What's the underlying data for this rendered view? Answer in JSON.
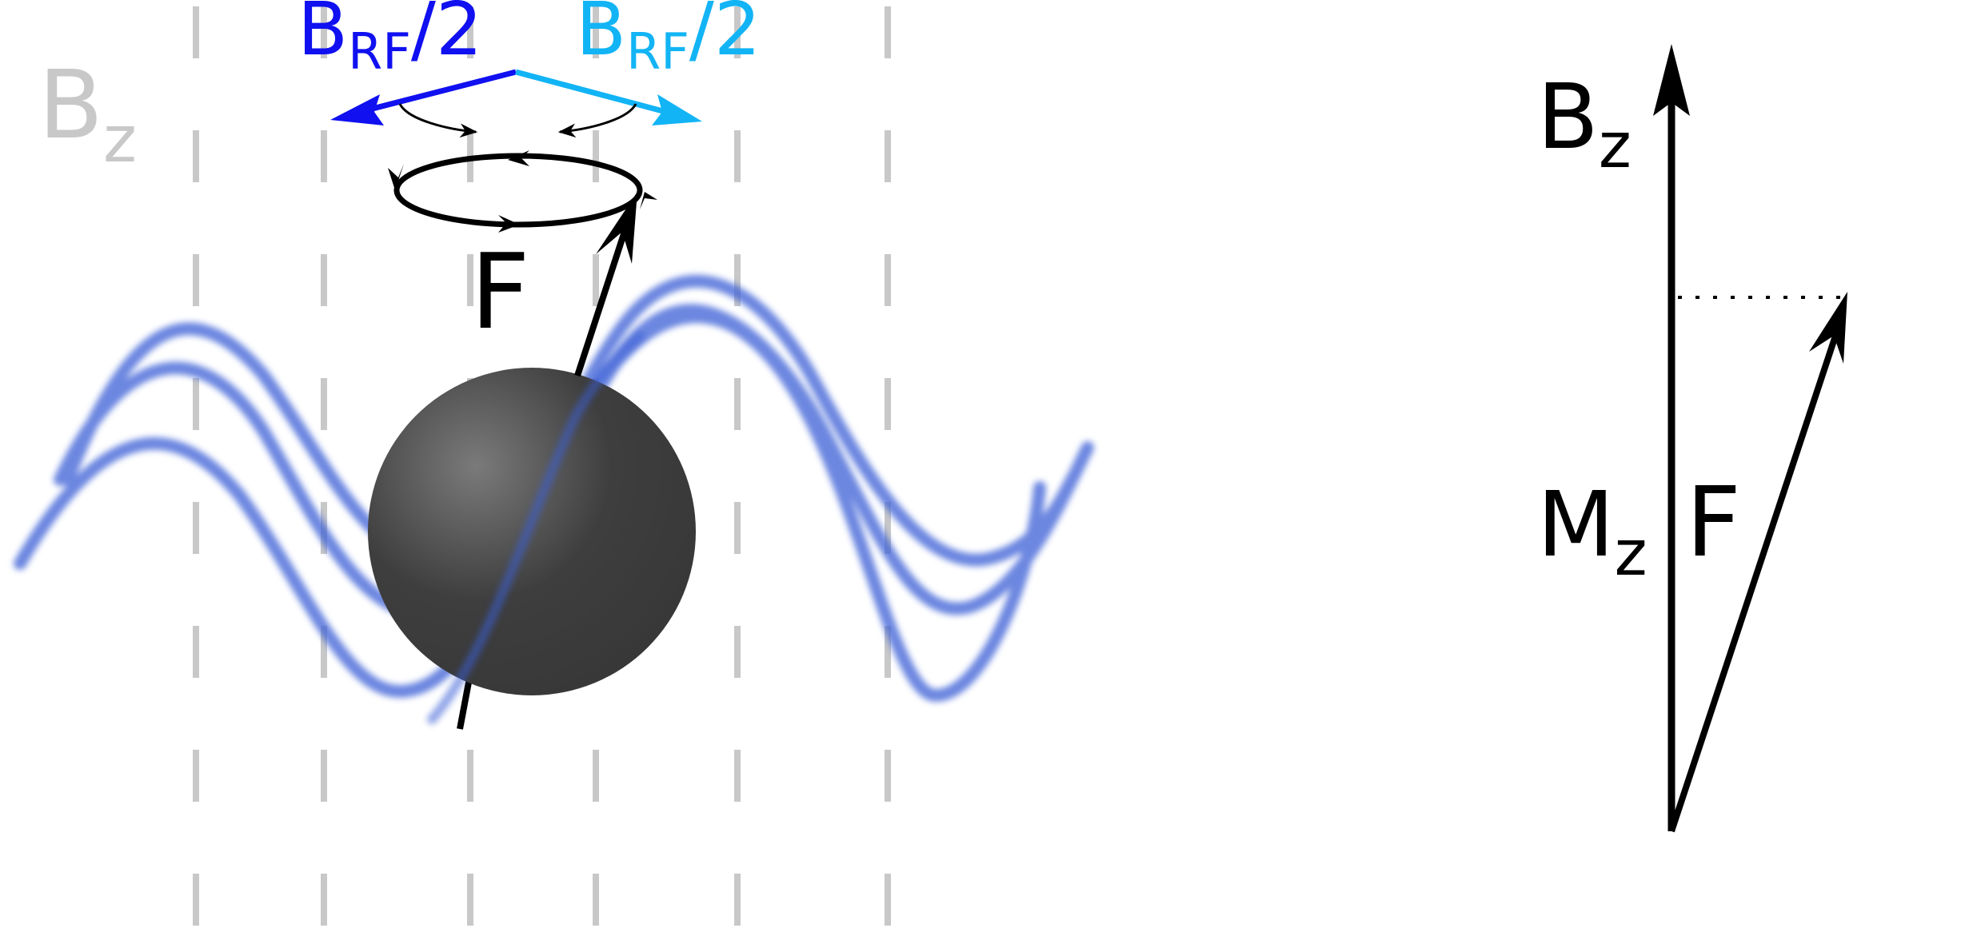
{
  "labels": {
    "bz_background": {
      "main": "B",
      "sub": "z"
    },
    "brf_left": {
      "main": "B",
      "sub": "RF",
      "tail": "/2"
    },
    "brf_right": {
      "main": "B",
      "sub": "RF",
      "tail": "/2"
    },
    "spin_f": "F",
    "right_bz": {
      "main": "B",
      "sub": "z"
    },
    "right_mz": {
      "main": "M",
      "sub": "z"
    },
    "right_f": "F"
  },
  "colors": {
    "brf_left": "#1010f0",
    "brf_right": "#12b4f5",
    "field_lines": "#c8c8c8",
    "waves": "#3a5fd6",
    "sphere": "#3a3a3a",
    "arrows": "#000000"
  }
}
